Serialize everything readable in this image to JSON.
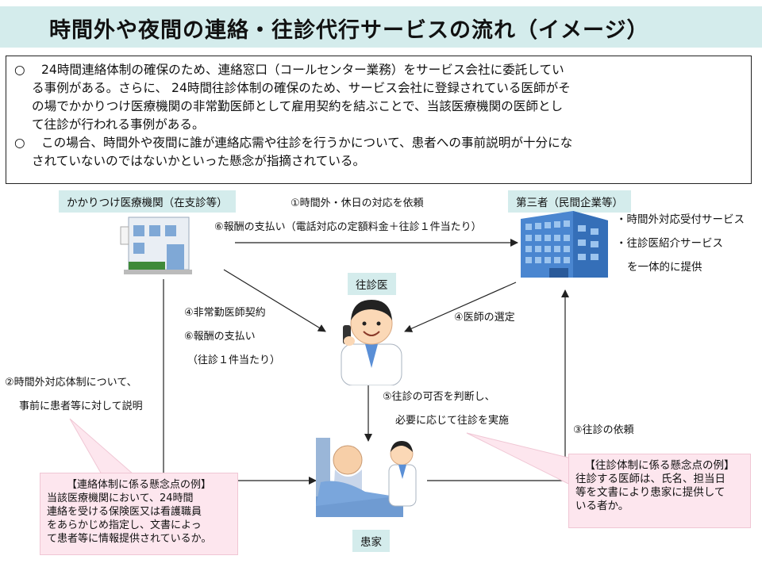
{
  "title": "時間外や夜間の連絡・往診代行サービスの流れ（イメージ）",
  "summary": {
    "bullet": "○",
    "p1_l1": "24時間連絡体制の確保のため、連絡窓口（コールセンター業務）をサービス会社に委託してい",
    "p1_l2": "る事例がある。さらに、 24時間往診体制の確保のため、サービス会社に登録されている医師がそ",
    "p1_l3": "の場でかかりつけ医療機関の非常勤医師として雇用契約を結ぶことで、当該医療機関の医師とし",
    "p1_l4": "て往診が行われる事例がある。",
    "p2_l1": "この場合、時間外や夜間に誰が連絡応需や往診を行うかについて、患者への事前説明が十分にな",
    "p2_l2": "されていないのではないかといった懸念が指摘されている。"
  },
  "nodes": {
    "clinic": "かかりつけ医療機関（在支診等）",
    "third_party": "第三者（民間企業等）",
    "doctor": "往診医",
    "patient": "患家"
  },
  "services": {
    "s1": "・時間外対応受付サービス",
    "s2": "・往診医紹介サービス",
    "s3": "を一体的に提供"
  },
  "flows": {
    "f1": "①時間外・休日の対応を依頼",
    "f6a": "⑥報酬の支払い（電話対応の定額料金＋往診１件当たり）",
    "f4a": "④非常勤医師契約",
    "f6b": "⑥報酬の支払い",
    "f6b_note": "（往診１件当たり）",
    "f4b": "④医師の選定",
    "f2_l1": "②時間外対応体制について、",
    "f2_l2": "事前に患者等に対して説明",
    "f5_l1": "⑤往診の可否を判断し、",
    "f5_l2": "必要に応じて往診を実施",
    "f3": "③往診の依頼"
  },
  "concerns": {
    "left_title": "【連絡体制に係る懸念点の例】",
    "left_l1": "当該医療機関において、24時間",
    "left_l2": "連絡を受ける保険医又は看護職員",
    "left_l3": "をあらかじめ指定し、文書によっ",
    "left_l4": "て患者等に情報提供されているか。",
    "right_title": "【往診体制に係る懸念点の例】",
    "right_l1": "往診する医師は、氏名、担当日",
    "right_l2": "等を文書により患家に提供して",
    "right_l3": "いる者か。"
  },
  "colors": {
    "title_bg": "#d4ecec",
    "tag_bg": "#d4ecec",
    "concern_bg": "#fde6ee",
    "building_blue": "#4a86d0",
    "clinic_blue": "#7fa8d6"
  },
  "icons": {
    "clinic": "clinic-building-icon",
    "third_party": "office-building-icon",
    "doctor": "doctor-on-phone-icon",
    "patient": "doctor-visiting-patient-icon"
  }
}
